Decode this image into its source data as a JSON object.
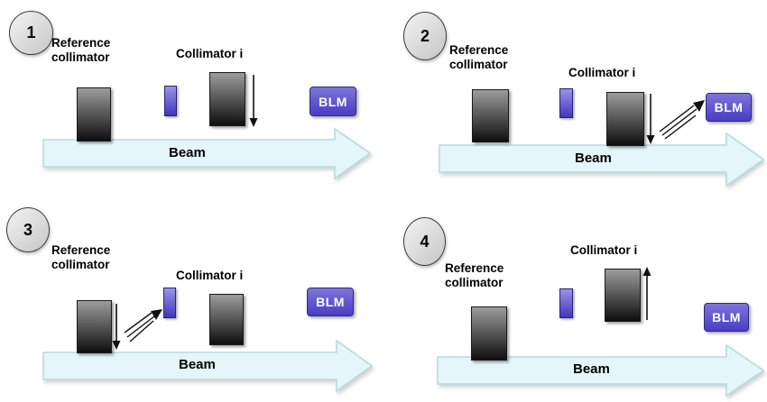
{
  "labels": {
    "reference_collimator": "Reference collimator",
    "collimator_i": "Collimator i",
    "blm": "BLM",
    "beam": "Beam"
  },
  "panels": [
    {
      "number": "1"
    },
    {
      "number": "2"
    },
    {
      "number": "3"
    },
    {
      "number": "4"
    }
  ],
  "colors": {
    "collimator_top": "#9c9c9c",
    "collimator_bottom": "#0e0e0e",
    "jaw_top": "#9a93e6",
    "jaw_bottom": "#4335bd",
    "blm_top": "#7d75da",
    "blm_bottom": "#4a3dc4",
    "blm_text": "#ffffff",
    "beam_fill": "#e4f6f9",
    "beam_stroke": "#b4dbe1",
    "badge_fill_top": "#f3f3f3",
    "badge_fill_bottom": "#c6c6c6",
    "badge_stroke": "#3c3c3c",
    "arrow_color": "#111111",
    "label_color": "#000000"
  }
}
